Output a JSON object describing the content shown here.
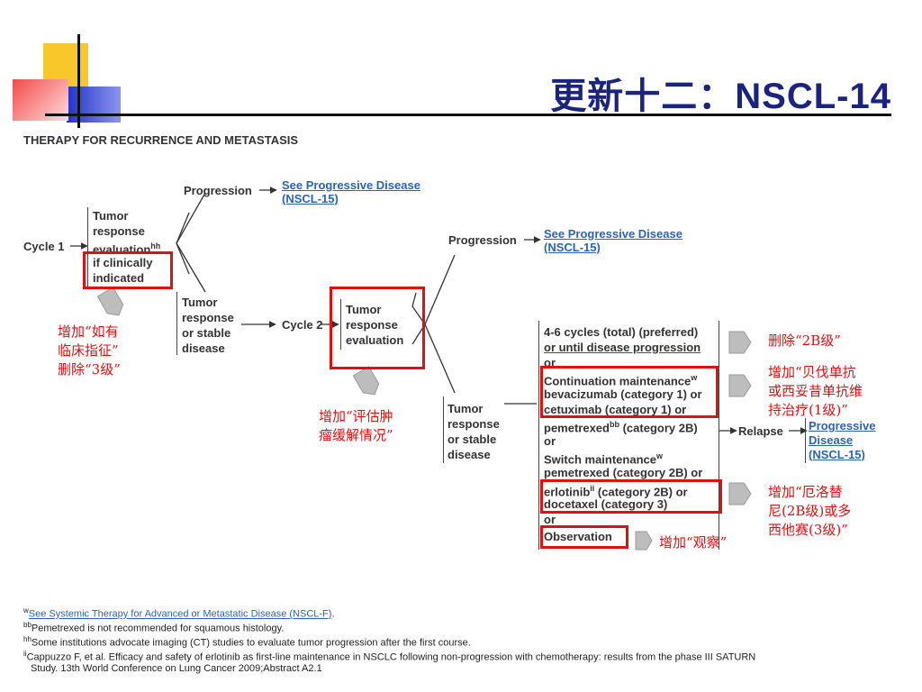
{
  "title": "更新十二：NSCL-14",
  "header": "THERAPY FOR RECURRENCE AND METASTASIS",
  "flow": {
    "cycle1": "Cycle 1",
    "eval1": [
      "Tumor",
      "response",
      "evaluation"
    ],
    "eval1_sup": "hh",
    "eval1_added": [
      "if clinically",
      "indicated"
    ],
    "progression": "Progression",
    "see_prog": [
      "See Progressive Disease",
      "(NSCL-15)"
    ],
    "stable1": [
      "Tumor",
      "response",
      "or stable",
      "disease"
    ],
    "cycle2": "Cycle 2",
    "eval2": [
      "Tumor",
      "response",
      "evaluation"
    ],
    "stable2": [
      "Tumor",
      "response",
      "or stable",
      "disease"
    ],
    "relapse": "Relapse",
    "prog_disease": [
      "Progressive",
      "Disease",
      "(NSCL-15)"
    ],
    "options": {
      "cycles": [
        "4-6 cycles (total) (preferred)",
        "or until disease progression",
        "or"
      ],
      "cont_title": "Continuation maintenance",
      "cont_sup": "w",
      "cont_lines": [
        "bevacizumab (category 1) or",
        "cetuximab (category 1) or"
      ],
      "pem_text": "pemetrexed",
      "pem_sup": "bb",
      "pem_cat": " (category 2B)",
      "or1": "or",
      "switch_title": "Switch maintenance",
      "switch_sup": "w",
      "switch_pem": "pemetrexed (category 2B) or",
      "erlo_text": "erlotinib",
      "erlo_sup": "ii",
      "erlo_cat": " (category 2B) or",
      "doce": "docetaxel (category 3)",
      "or2": "or",
      "observation": "Observation"
    }
  },
  "notes": {
    "left": [
      "增加“如有",
      "临床指征”",
      "删除“3级”"
    ],
    "mid": [
      "增加“评估肿",
      "瘤缓解情况”"
    ],
    "del2b": "删除“2B级”",
    "add_bev": [
      "增加“贝伐单抗",
      "或西妥昔单抗维",
      "持治疗(1级)”"
    ],
    "add_erlo": [
      "增加“厄洛替",
      "尼(2B级)或多",
      "西他赛(3级)”"
    ],
    "add_obs": "增加“观察”"
  },
  "footnotes": {
    "w_sup": "w",
    "w_text": "See Systemic Therapy for Advanced or Metastatic Disease (NSCL-F)",
    "w_end": ".",
    "bb_sup": "bb",
    "bb_text": "Pemetrexed is not recommended for squamous histology.",
    "hh_sup": "hh",
    "hh_text": "Some institutions advocate imaging (CT) studies to evaluate tumor progression after the first course.",
    "ii_sup": "ii",
    "ii_text": "Cappuzzo F, et al. Efficacy and safety of erlotinib as first-line maintenance in NSCLC following non-progression with chemotherapy: results from the phase III SATURN",
    "ii_text2": "Study. 13th World Conference on Lung Cancer 2009;Abstract A2.1"
  },
  "colors": {
    "title": "#1a237e",
    "link": "#2a64b6",
    "annotation": "#e01010"
  }
}
